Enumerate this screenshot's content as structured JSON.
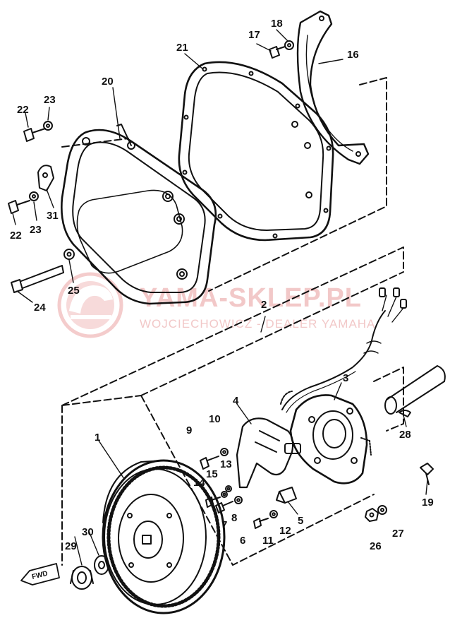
{
  "watermark": {
    "brand": "YAMA-SKLEP.PL",
    "dealer": "WOJCIECHOWICZ - DEALER YAMAHA",
    "logo": "helmet-logo"
  },
  "direction_tag": "FWD",
  "parts": [
    {
      "id": "p1",
      "label": "1"
    },
    {
      "id": "p2",
      "label": "2"
    },
    {
      "id": "p3",
      "label": "3"
    },
    {
      "id": "p4",
      "label": "4"
    },
    {
      "id": "p5",
      "label": "5"
    },
    {
      "id": "p6",
      "label": "6"
    },
    {
      "id": "p7",
      "label": "7"
    },
    {
      "id": "p8",
      "label": "8"
    },
    {
      "id": "p9",
      "label": "9"
    },
    {
      "id": "p10",
      "label": "10"
    },
    {
      "id": "p11",
      "label": "11"
    },
    {
      "id": "p12",
      "label": "12"
    },
    {
      "id": "p13",
      "label": "13"
    },
    {
      "id": "p14",
      "label": "14"
    },
    {
      "id": "p15",
      "label": "15"
    },
    {
      "id": "p16",
      "label": "16"
    },
    {
      "id": "p17",
      "label": "17"
    },
    {
      "id": "p18",
      "label": "18"
    },
    {
      "id": "p19",
      "label": "19"
    },
    {
      "id": "p20",
      "label": "20"
    },
    {
      "id": "p21",
      "label": "21"
    },
    {
      "id": "p22a",
      "label": "22"
    },
    {
      "id": "p22b",
      "label": "22"
    },
    {
      "id": "p23a",
      "label": "23"
    },
    {
      "id": "p23b",
      "label": "23"
    },
    {
      "id": "p24",
      "label": "24"
    },
    {
      "id": "p25",
      "label": "25"
    },
    {
      "id": "p26",
      "label": "26"
    },
    {
      "id": "p27",
      "label": "27"
    },
    {
      "id": "p28",
      "label": "28"
    },
    {
      "id": "p29",
      "label": "29"
    },
    {
      "id": "p30",
      "label": "30"
    },
    {
      "id": "p31",
      "label": "31"
    }
  ]
}
